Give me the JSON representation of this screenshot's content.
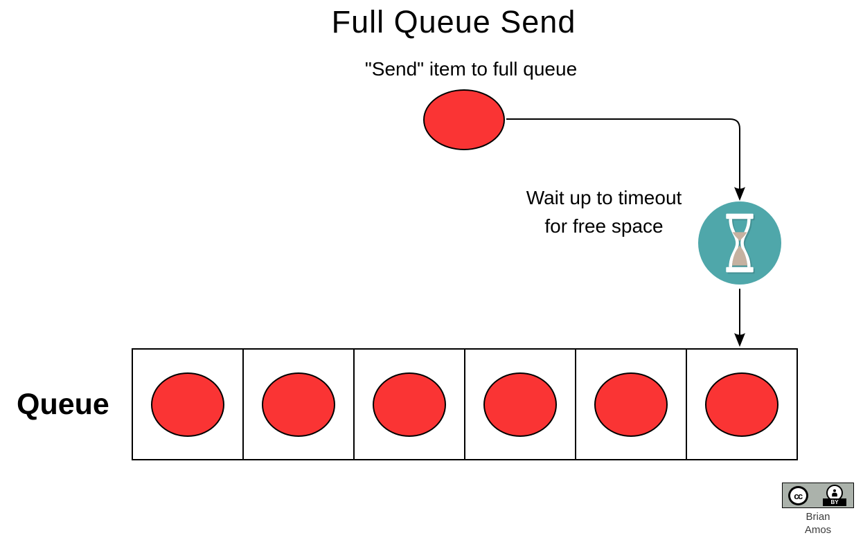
{
  "title": "Full Queue Send",
  "captions": {
    "send": "\"Send\" item to full queue",
    "wait_line1": "Wait up to timeout",
    "wait_line2": "for free space"
  },
  "queue": {
    "label": "Queue",
    "cells": 6,
    "filled_items": 6
  },
  "license": {
    "cc_label": "cc",
    "by_label": "BY",
    "author_line1": "Brian",
    "author_line2": "Amos"
  },
  "icons": {
    "hourglass-icon": "hourglass with sand in teal circle",
    "cc-icon": "creative-commons double-c circle",
    "person-icon": "attribution person circle",
    "arrowhead-to-timer": "down arrow",
    "arrowhead-to-queue": "down arrow"
  },
  "colors": {
    "item_red": "#FA3434",
    "timer_teal": "#4FA7AA",
    "sand": "#C5B1A0",
    "badge_gray": "#ABB2AB",
    "line": "#000000"
  }
}
